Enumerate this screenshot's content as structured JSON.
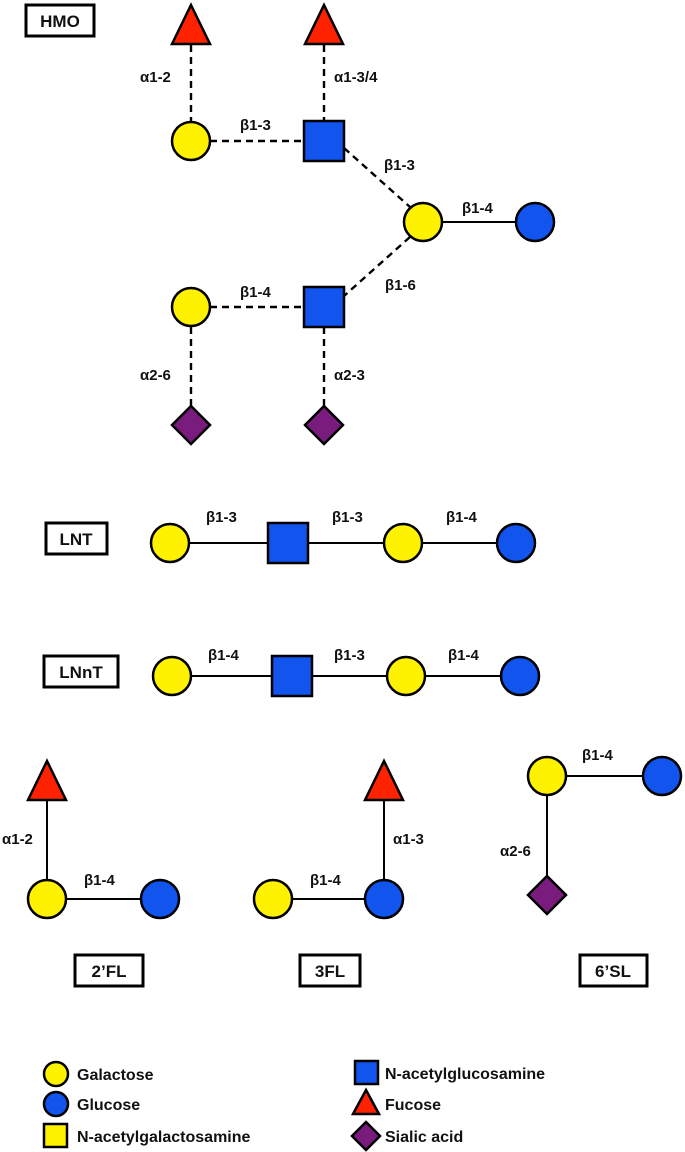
{
  "colors": {
    "galactose": "#fff200",
    "glucose": "#1155ee",
    "galnac": "#fff200",
    "glcnac": "#1155ee",
    "fucose": "#ff2200",
    "sialic": "#7a1b7e"
  },
  "structures": {
    "hmo": {
      "label": "HMO",
      "links": {
        "fuc_gal": "α1-2",
        "gal_glcnac": "β1-3",
        "fuc_glcnac": "α1-3/4",
        "glcnac_gal_branch1": "β1-3",
        "gal_glc": "β1-4",
        "gal_glcnac_lower": "β1-4",
        "glcnac_gal_branch2": "β1-6",
        "sia_gal": "α2-6",
        "sia_glcnac": "α2-3"
      }
    },
    "lnt": {
      "label": "LNT",
      "links": [
        "β1-3",
        "β1-3",
        "β1-4"
      ]
    },
    "lnnt": {
      "label": "LNnT",
      "links": [
        "β1-4",
        "β1-3",
        "β1-4"
      ]
    },
    "fl2": {
      "label": "2’FL",
      "links": {
        "fuc_gal": "α1-2",
        "gal_glc": "β1-4"
      }
    },
    "fl3": {
      "label": "3FL",
      "links": {
        "fuc_glc": "α1-3",
        "gal_glc": "β1-4"
      }
    },
    "sl6": {
      "label": "6’SL",
      "links": {
        "gal_glc": "β1-4",
        "sia_gal": "α2-6"
      }
    }
  },
  "legend": {
    "galactose": "Galactose",
    "glucose": "Glucose",
    "galnac": "N-acetylgalactosamine",
    "glcnac": "N-acetylglucosamine",
    "fucose": "Fucose",
    "sialic": "Sialic acid"
  }
}
